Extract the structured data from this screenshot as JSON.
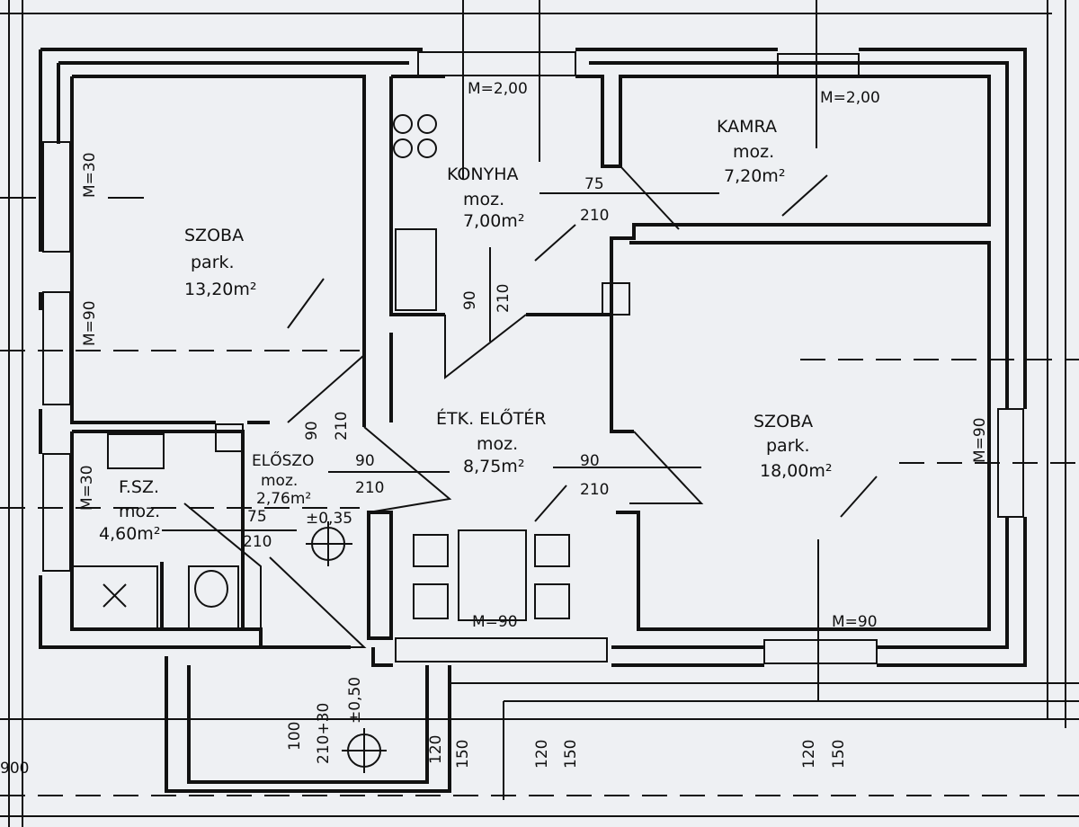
{
  "rooms": [
    {
      "name": "SZOBA",
      "floor": "park.",
      "area": "13,20m²"
    },
    {
      "name": "KONYHA",
      "floor": "moz.",
      "area": "7,00m²"
    },
    {
      "name": "KAMRA",
      "floor": "moz.",
      "area": "7,20m²"
    },
    {
      "name": "ÉTK. ELŐTÉR",
      "floor": "moz.",
      "area": "8,75m²"
    },
    {
      "name": "SZOBA",
      "floor": "park.",
      "area": "18,00m²"
    },
    {
      "name": "ELŐSZO",
      "floor": "moz.",
      "area": "2,76m²"
    },
    {
      "name": "F.SZ.",
      "floor": "moz.",
      "area": "4,60m²"
    }
  ],
  "windows": [
    "M=2,00",
    "M=2,00",
    "M=30",
    "M=90",
    "M=30",
    "M=90",
    "M=90",
    "M=90"
  ],
  "doors": [
    {
      "w": "75",
      "h": "210"
    },
    {
      "w": "90",
      "h": "210"
    },
    {
      "w": "90",
      "h": "210"
    },
    {
      "w": "90",
      "h": "210"
    },
    {
      "w": "90",
      "h": "210"
    },
    {
      "w": "75",
      "h": "210"
    }
  ],
  "levels": [
    "±0,35",
    "±0,50"
  ],
  "dims": [
    "100",
    "210+30",
    "120",
    "150",
    "120",
    "150",
    "120",
    "150",
    "900"
  ]
}
